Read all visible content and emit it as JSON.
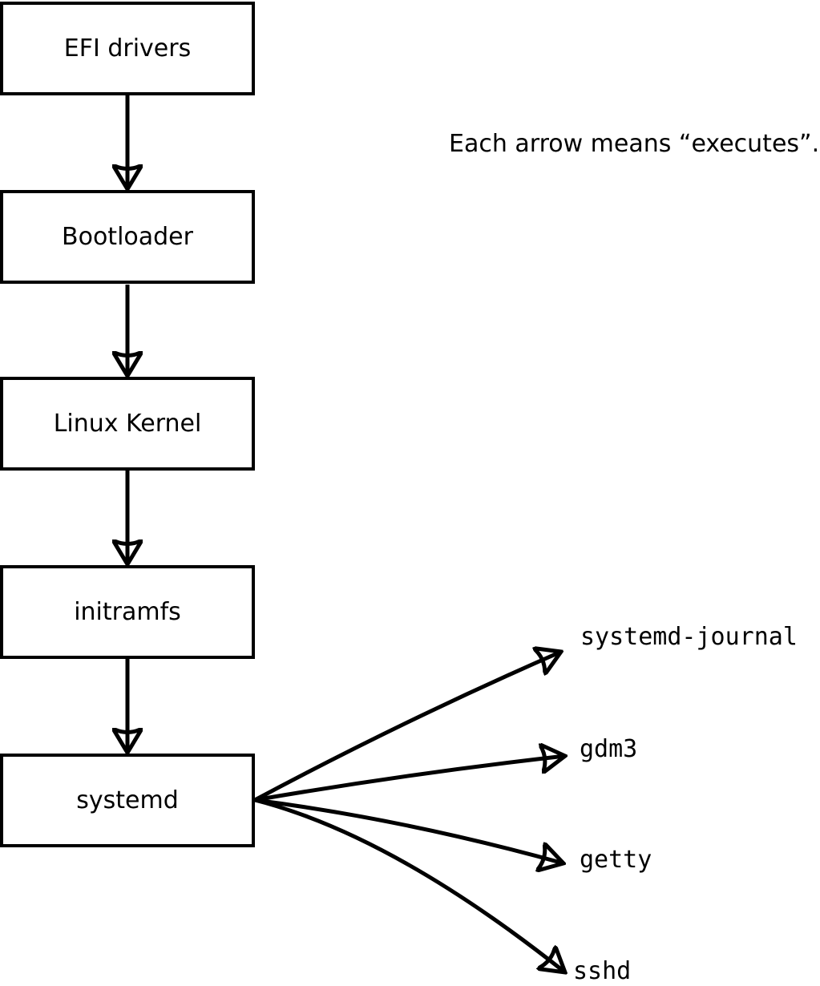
{
  "diagram": {
    "title_note": "Each arrow means “executes”.",
    "chain": [
      {
        "label": "EFI drivers"
      },
      {
        "label": "Bootloader"
      },
      {
        "label": "Linux Kernel"
      },
      {
        "label": "initramfs"
      },
      {
        "label": "systemd"
      }
    ],
    "edges_meaning": "executes",
    "children_of_systemd": [
      {
        "label": "systemd-journal"
      },
      {
        "label": "gdm3"
      },
      {
        "label": "getty"
      },
      {
        "label": "sshd"
      }
    ],
    "colors": {
      "foreground": "#000000",
      "background": "#ffffff"
    }
  }
}
